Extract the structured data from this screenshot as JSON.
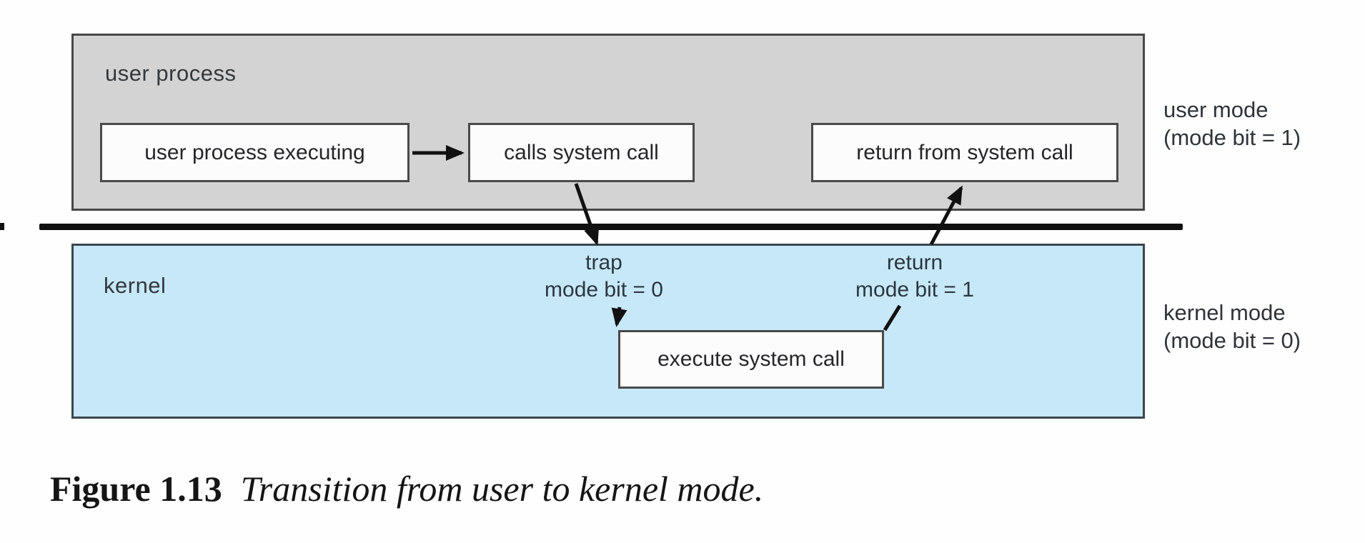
{
  "figure": {
    "caption_label": "Figure 1.13",
    "caption_text": "Transition from user to kernel mode."
  },
  "user_region": {
    "title": "user process",
    "box_executing": "user process executing",
    "box_calls": "calls system call",
    "box_return": "return from system call"
  },
  "kernel_region": {
    "title": "kernel",
    "box_execute": "execute system call",
    "trap_line1": "trap",
    "trap_line2": "mode bit = 0",
    "return_line1": "return",
    "return_line2": "mode bit = 1"
  },
  "mode_labels": {
    "user_line1": "user mode",
    "user_line2": "(mode bit = 1)",
    "kernel_line1": "kernel mode",
    "kernel_line2": "(mode bit = 0)"
  },
  "colors": {
    "user_region_fill": "#d3d3d3",
    "kernel_region_fill": "#c7e8f8",
    "box_fill": "#fcfcfc",
    "box_border": "#4a4a4a",
    "separator": "#101010",
    "arrow": "#111111"
  }
}
